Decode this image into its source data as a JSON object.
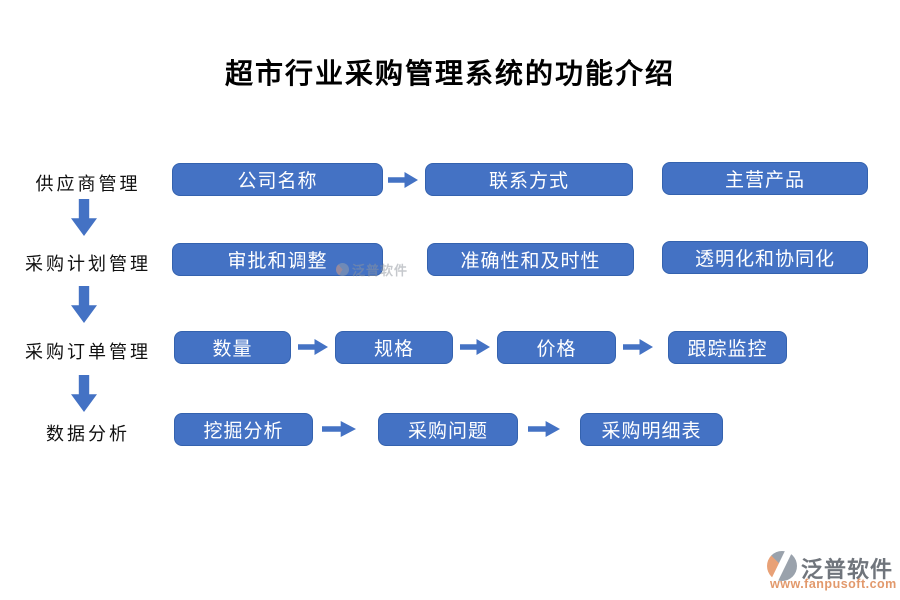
{
  "title": "超市行业采购管理系统的功能介绍",
  "rows": [
    {
      "label": "供应商管理",
      "boxes": [
        "公司名称",
        "联系方式",
        "主营产品"
      ]
    },
    {
      "label": "采购计划管理",
      "boxes": [
        "审批和调整",
        "准确性和及时性",
        "透明化和协同化"
      ]
    },
    {
      "label": "采购订单管理",
      "boxes": [
        "数量",
        "规格",
        "价格",
        "跟踪监控"
      ]
    },
    {
      "label": "数据分析",
      "boxes": [
        "挖掘分析",
        "采购问题",
        "采购明细表"
      ]
    }
  ],
  "watermark": {
    "brand": "泛普软件"
  },
  "footer": {
    "brand": "泛普软件",
    "url": "www.fanpusoft.com"
  },
  "colors": {
    "box_fill": "#4472C4",
    "box_border": "#3462AE",
    "arrow": "#4472C4",
    "footer_brand": "#70757c",
    "footer_url": "#e2996c"
  }
}
